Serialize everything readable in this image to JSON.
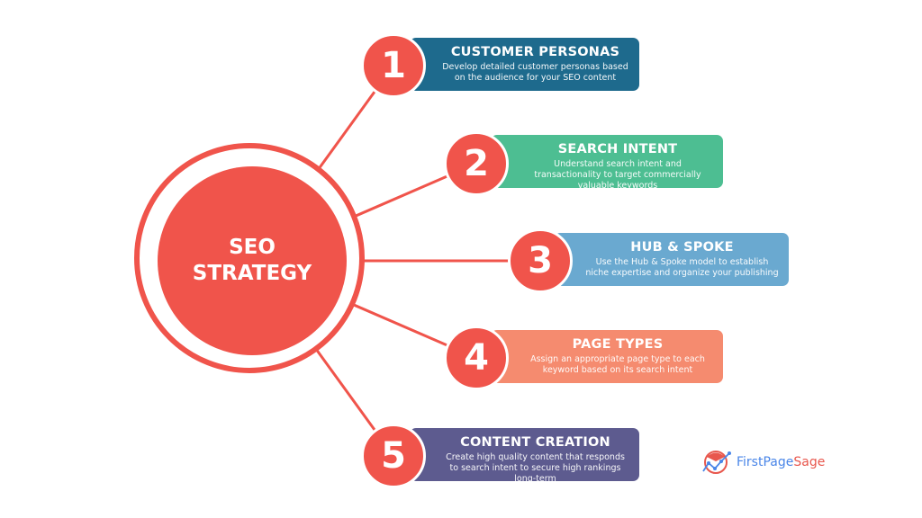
{
  "center": {
    "line1": "SEO",
    "line2": "STRATEGY"
  },
  "steps": [
    {
      "number": "1",
      "title": "CUSTOMER PERSONAS",
      "description": "Develop detailed customer personas based on the audience for your SEO content",
      "color": "#1e6a8d"
    },
    {
      "number": "2",
      "title": "SEARCH INTENT",
      "description": "Understand search intent and transactionality to target commercially valuable keywords",
      "color": "#4dbe92"
    },
    {
      "number": "3",
      "title": "HUB & SPOKE",
      "description": "Use the Hub & Spoke model to establish niche expertise and organize your publishing",
      "color": "#6aa9d0"
    },
    {
      "number": "4",
      "title": "PAGE TYPES",
      "description": "Assign an appropriate page type to each keyword based on its search intent",
      "color": "#f58b6f"
    },
    {
      "number": "5",
      "title": "CONTENT CREATION",
      "description": "Create high quality content that responds to search intent to secure high rankings long-term",
      "color": "#5d5b8f"
    }
  ],
  "logo": {
    "first": "FirstPage",
    "second": "Sage"
  },
  "accent": "#f0544b"
}
